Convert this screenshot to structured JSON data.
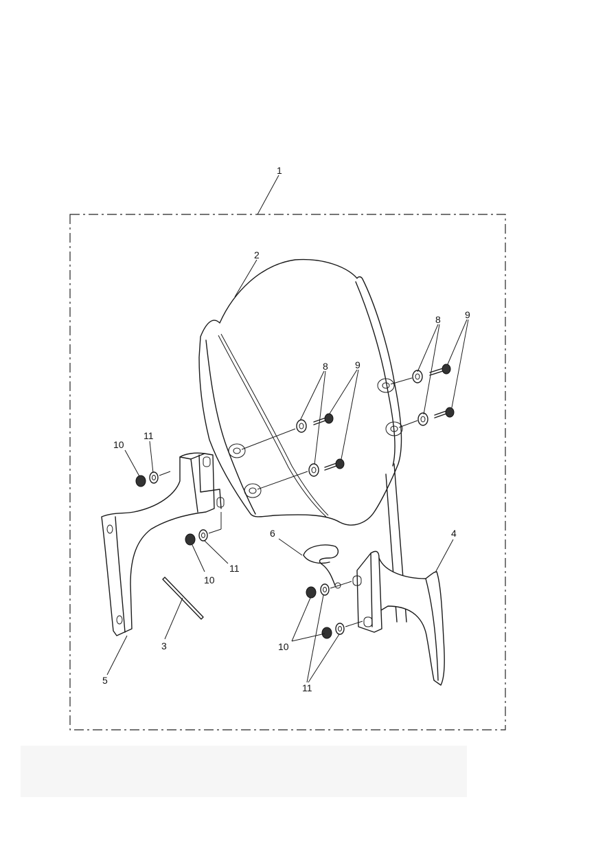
{
  "callouts": {
    "c1": "1",
    "c2": "2",
    "c3": "3",
    "c4": "4",
    "c5": "5",
    "c6": "6",
    "c8a": "8",
    "c8b": "8",
    "c9a": "9",
    "c9b": "9",
    "c10a": "10",
    "c10b": "10",
    "c10c": "10",
    "c11a": "11",
    "c11b": "11",
    "c11c": "11"
  },
  "colors": {
    "line": "#1a1a1a",
    "background": "#ffffff"
  }
}
